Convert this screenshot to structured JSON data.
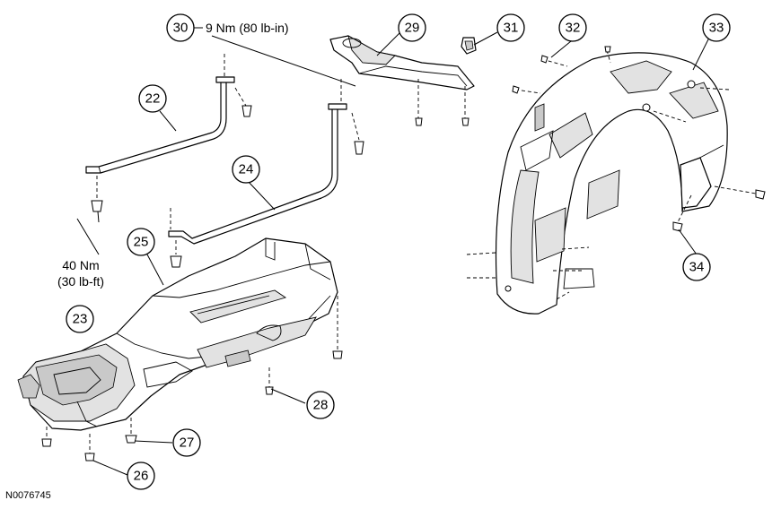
{
  "figure_id": "N0076745",
  "callouts": {
    "c22": "22",
    "c23": "23",
    "c24": "24",
    "c25": "25",
    "c26": "26",
    "c27": "27",
    "c28": "28",
    "c29": "29",
    "c30": "30",
    "c31": "31",
    "c32": "32",
    "c33": "33",
    "c34": "34"
  },
  "torque": {
    "t30": "9 Nm (80 lb-in)",
    "t23_line1": "40 Nm",
    "t23_line2": "(30 lb-ft)"
  }
}
